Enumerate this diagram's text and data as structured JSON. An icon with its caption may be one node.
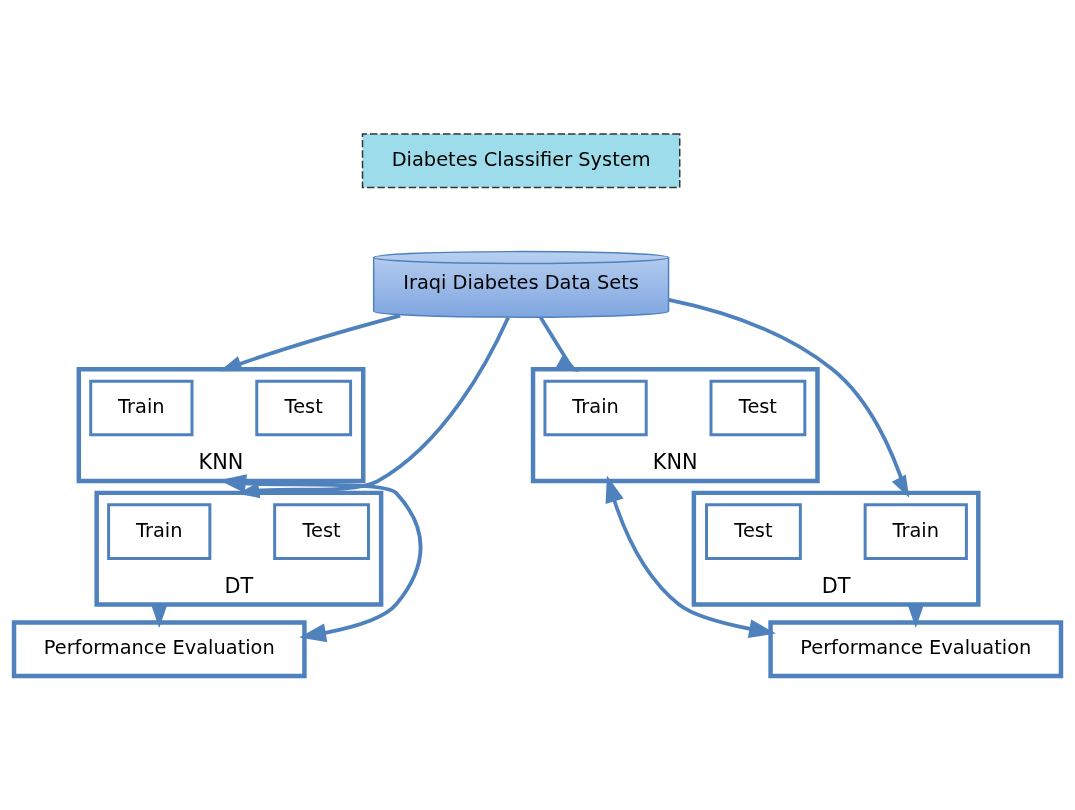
{
  "diagram": {
    "nodes": [
      {
        "text": [
          "Diabetes Classifier System"
        ]
      },
      {
        "text": [
          "Iraqi Diabetes Data Sets"
        ]
      },
      {
        "text": [
          "KNN"
        ]
      },
      {
        "text": [
          "Train"
        ],
        "in": 2
      },
      {
        "text": [
          "Test"
        ],
        "in": 2
      },
      {
        "text": [
          "KNN"
        ]
      },
      {
        "text": [
          "Train"
        ],
        "in": 5
      },
      {
        "text": [
          "Test"
        ],
        "in": 5
      },
      {
        "text": [
          "DT"
        ]
      },
      {
        "text": [
          "Train"
        ],
        "in": 8
      },
      {
        "text": [
          "Test"
        ],
        "in": 8
      },
      {
        "text": [
          "DT"
        ]
      },
      {
        "text": [
          "Train"
        ],
        "in": 11
      },
      {
        "text": [
          "Test"
        ],
        "in": 11
      },
      {
        "text": [
          "Performance Evaluation"
        ]
      },
      {
        "text": [
          "Performance Evaluation"
        ]
      }
    ],
    "edges": [
      {
        "from": 1,
        "to": 2,
        "arrow": "to"
      },
      {
        "from": 1,
        "to": 5,
        "arrow": "to"
      },
      {
        "from": 1,
        "to": 8,
        "arrow": "to"
      },
      {
        "from": 1,
        "to": 11,
        "arrow": "to"
      },
      {
        "from": 8,
        "to": 14,
        "arrow": "to"
      },
      {
        "from": 11,
        "to": 15,
        "arrow": "to"
      },
      {
        "from": 2,
        "to": 14,
        "arrow": "both"
      },
      {
        "from": 5,
        "to": 15,
        "arrow": "both"
      }
    ]
  }
}
